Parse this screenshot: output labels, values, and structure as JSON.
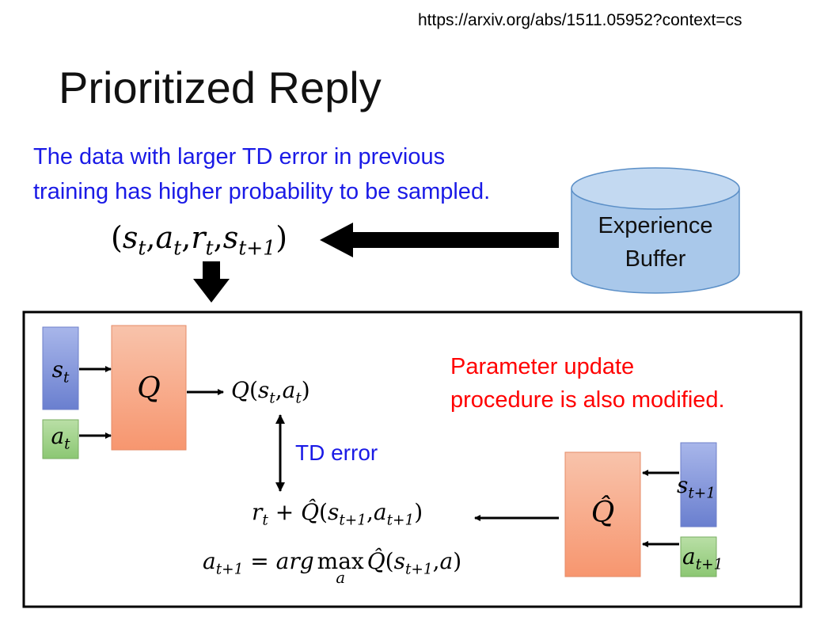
{
  "source_url": "https://arxiv.org/abs/1511.05952?context=cs",
  "title": "Prioritized Reply",
  "note_blue": {
    "line1": "The data with larger TD error in previous",
    "line2": "training has higher probability to be sampled."
  },
  "buffer": {
    "line1": "Experience",
    "line2": "Buffer"
  },
  "tuple": {
    "lp": "(",
    "s": "s",
    "s_sub": "t",
    "c1": ",",
    "a": "a",
    "a_sub": "t",
    "c2": ",",
    "r": "r",
    "r_sub": "t",
    "c3": ",",
    "s2": "s",
    "s2_sub": "t+1",
    "rp": ")"
  },
  "q_net": {
    "label": "Q",
    "input_s": "s",
    "input_s_sub": "t",
    "input_a": "a",
    "input_a_sub": "t"
  },
  "q_output": {
    "q": "Q",
    "lp": "(",
    "s": "s",
    "s_sub": "t",
    "comma": ",",
    "a": "a",
    "a_sub": "t",
    "rp": ")"
  },
  "td_error_label": "TD error",
  "note_red": {
    "line1": "Parameter update",
    "line2": "procedure is also modified."
  },
  "target": {
    "r": "r",
    "r_sub": "t",
    "plus": " + ",
    "qhat": "Q̂",
    "lp": "(",
    "s": "s",
    "s_sub": "t+1",
    "comma": ",",
    "a": "a",
    "a_sub": "t+1",
    "rp": ")"
  },
  "argmax": {
    "a": "a",
    "a_sub": "t+1",
    "eq": " = ",
    "arg": "arg",
    "max": "max",
    "max_sub": "a",
    "qhat": "Q̂",
    "lp": "(",
    "s": "s",
    "s_sub": "t+1",
    "comma": ",",
    "a2": "a",
    "rp": ")"
  },
  "target_net": {
    "label": "Q̂",
    "input_s": "s",
    "input_s_sub": "t+1",
    "input_a": "a",
    "input_a_sub": "t+1"
  },
  "colors": {
    "blue_text": "#1a1ae6",
    "red_text": "#ff0000",
    "buffer_fill": "#a9c8ea",
    "q_box_fill": "#f7a07e",
    "state_box_fill": "#7f8fd6",
    "action_box_fill": "#9fd08a"
  }
}
